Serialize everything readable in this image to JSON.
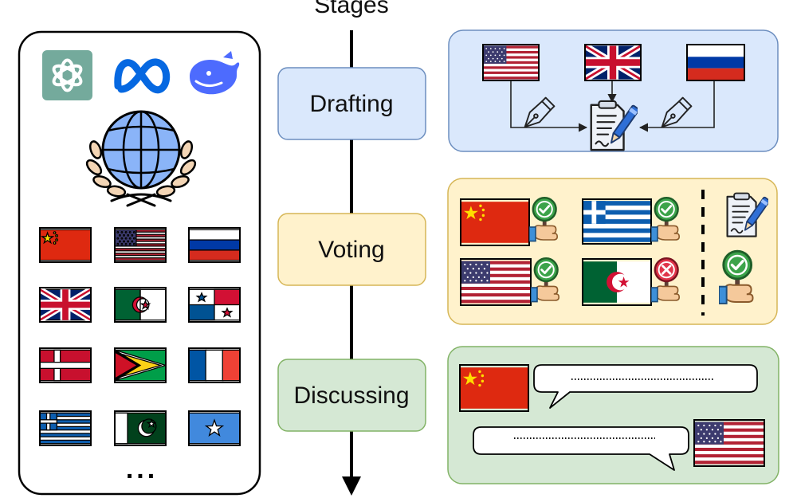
{
  "axis": {
    "title": "Stages"
  },
  "stages": [
    {
      "label": "Drafting",
      "fill": "#dae8fc",
      "stroke": "#6c8ebf"
    },
    {
      "label": "Voting",
      "fill": "#fff2cc",
      "stroke": "#d6b656"
    },
    {
      "label": "Discussing",
      "fill": "#d5e8d4",
      "stroke": "#82b366"
    }
  ],
  "panels": {
    "drafting": {
      "fill": "#dae8fc",
      "stroke": "#6c8ebf"
    },
    "voting": {
      "fill": "#fff2cc",
      "stroke": "#d6b656"
    },
    "discussing": {
      "fill": "#d5e8d4",
      "stroke": "#82b366"
    }
  },
  "left_panel": {
    "icons": [
      "openai-logo-icon",
      "meta-logo-icon",
      "deepseek-whale-icon",
      "un-globe-emblem-icon"
    ],
    "flags": [
      "china",
      "usa",
      "russia",
      "uk",
      "algeria",
      "panama",
      "denmark",
      "guyana",
      "france",
      "greece",
      "pakistan",
      "somalia"
    ],
    "more": "..."
  },
  "colors": {
    "openai_tile": "#74aa9c",
    "meta_blue": "#0668e1",
    "deepseek_blue": "#4d6bfe",
    "globe": "#8ab4f8"
  },
  "vote_results": {
    "china": "approve",
    "greece": "approve",
    "usa": "approve",
    "algeria": "reject",
    "result": "approve"
  }
}
